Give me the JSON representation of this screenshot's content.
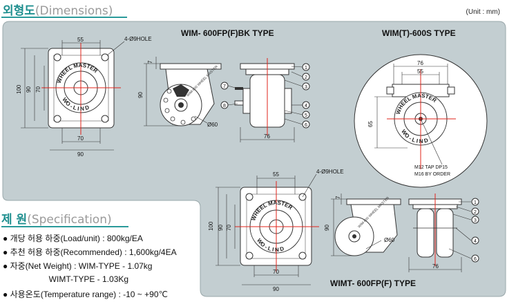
{
  "header": {
    "title_ko": "외형도",
    "title_en": "(Dimensions)",
    "unit": "(Unit : mm)"
  },
  "drawings": {
    "bk": {
      "title": "WIM- 600FP(F)BK TYPE",
      "dims": {
        "top": "55",
        "hole": "4-Ø9HOLE",
        "h100": "100",
        "h90": "90",
        "h70": "70",
        "w70": "70",
        "w90": "90",
        "height": "90",
        "offset": "7",
        "wheel": "Ø60",
        "width": "76"
      },
      "callouts": [
        "1",
        "2",
        "3",
        "4",
        "5",
        "6",
        "7",
        "8"
      ],
      "wheel_text": "WIM-600 WHEEL MASTER"
    },
    "s": {
      "title": "WIM(T)-600S TYPE",
      "dims": {
        "w76": "76",
        "w55": "55",
        "h65": "65"
      },
      "notes": [
        "M12 TAP DP15",
        "M16 BY ORDER"
      ]
    },
    "mt": {
      "title": "WIMT- 600FP(F) TYPE",
      "dims": {
        "top": "55",
        "hole": "4-Ø9HOLE",
        "h100": "100",
        "h90": "90",
        "h70": "70",
        "w70": "70",
        "w90": "90",
        "height": "90",
        "offset": "7",
        "wheel": "Ø60",
        "width": "76"
      },
      "callouts": [
        "1",
        "2",
        "3",
        "4",
        "6"
      ],
      "wheel_text": "WIM-600 WHEEL MASTER"
    },
    "plate_text": {
      "top": "WHEEL MASTER",
      "bottom": "WO - L I N D"
    }
  },
  "spec": {
    "title_ko": "제  원",
    "title_en": "(Specification)",
    "lines": [
      "● 개당 허용 하중(Load/unit) : 800kg/EA",
      "● 추천 허용 하중(Recommended) : 1,600kg/4EA",
      "● 자중(Net Weight) : WIM-TYPE - 1.07kg",
      "                    WIMT-TYPE - 1.03Kg",
      "● 사용온도(Temperature range) : -10 ~ +90℃"
    ]
  },
  "colors": {
    "panel": "#c3ced1",
    "plate": "#ffffff",
    "red": "#e2231a",
    "teal": "#2a9a9a",
    "gray_text": "#9a9a9a"
  }
}
